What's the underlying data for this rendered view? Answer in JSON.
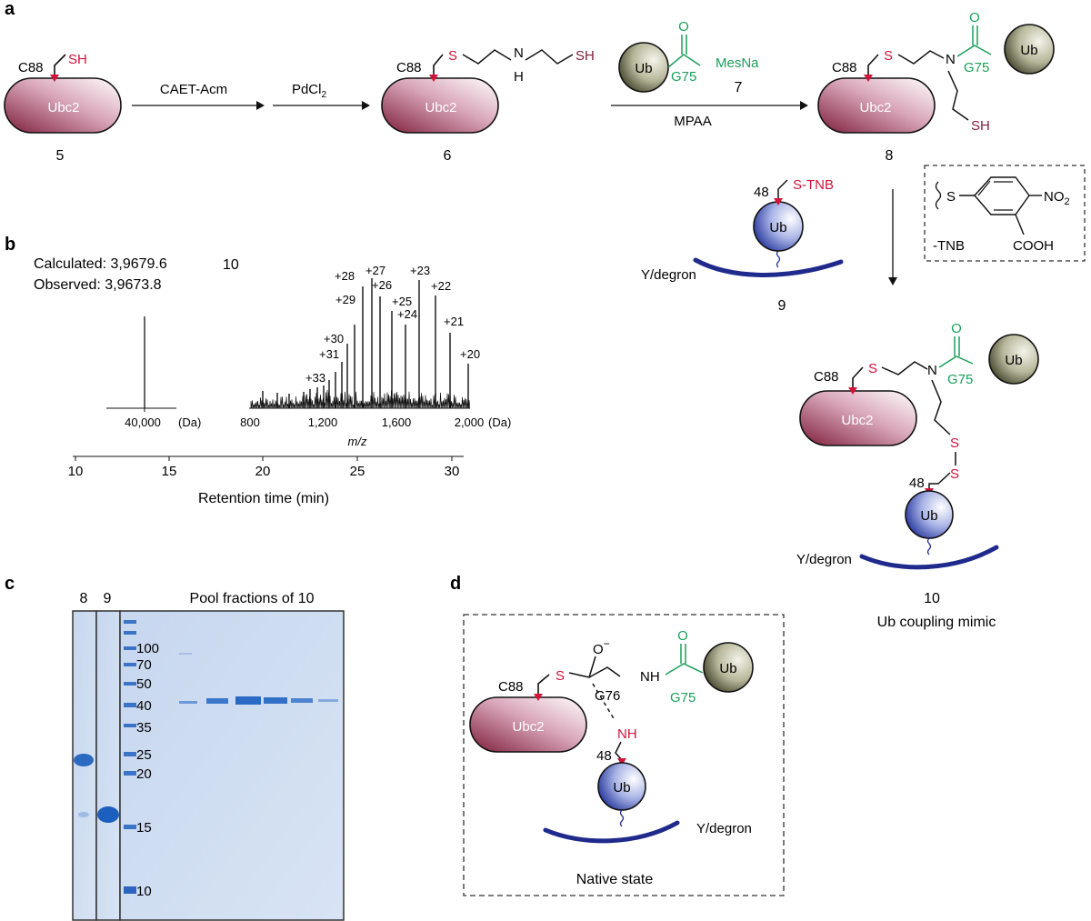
{
  "colors": {
    "red": "#d2143a",
    "green": "#1ba05a",
    "navy": "#1f2a8c",
    "maroon": "#7e1e3c",
    "gel": "#7fa8dd",
    "ladder": "#3a74c8"
  },
  "panels": {
    "a": "a",
    "b": "b",
    "c": "c",
    "d": "d"
  },
  "a": {
    "ubc2": "Ubc2",
    "c88": "C88",
    "sh": "SH",
    "s": "S",
    "n": "N",
    "h": "H",
    "ub": "Ub",
    "o": "O",
    "g75": "G75",
    "mesna": "MesNa",
    "reagent1": "CAET-Acm",
    "reagent2a": "PdCl",
    "reagent2b": "2",
    "reagent3": "MPAA",
    "cmpd5": "5",
    "cmpd6": "6",
    "cmpd7": "7",
    "cmpd8": "8",
    "cmpd9": "9",
    "cmpd10": "10",
    "s_tnb": "S-TNB",
    "k48": "48",
    "degron": "Y/degron",
    "tnb_s": "S",
    "tnb_no2": "NO",
    "tnb_no2_sub": "2",
    "tnb_cooh": "COOH",
    "tnb_label": "-TNB",
    "mimic_caption": "Ub coupling mimic"
  },
  "b": {
    "calc": "Calculated: 3,9679.6",
    "obs": "Observed: 3,9673.8",
    "cmpd": "10",
    "deconv_tick": "40,000",
    "deconv_unit": "(Da)",
    "ms_ticks": [
      "800",
      "1,200",
      "1,600",
      "2,000"
    ],
    "ms_unit": "(Da)",
    "ms_xlabel": "m/z",
    "charges": [
      "+33",
      "+31",
      "+30",
      "+29",
      "+28",
      "+27",
      "+26",
      "+25",
      "+24",
      "+23",
      "+22",
      "+21",
      "+20"
    ],
    "rt_ticks": [
      "10",
      "15",
      "20",
      "25",
      "30"
    ],
    "rt_label": "Retention time (min)"
  },
  "c": {
    "lane8": "8",
    "lane9": "9",
    "pool": "Pool fractions of 10",
    "markers": [
      "100",
      "70",
      "50",
      "40",
      "35",
      "25",
      "20",
      "15",
      "10"
    ]
  },
  "d": {
    "c88": "C88",
    "s": "S",
    "o_minus": "O",
    "minus": "−",
    "nh": "NH",
    "g76": "G76",
    "ub": "Ub",
    "o": "O",
    "g75": "G75",
    "ubc2": "Ubc2",
    "nh_lys": "NH",
    "k48": "48",
    "degron": "Y/degron",
    "caption": "Native state"
  }
}
